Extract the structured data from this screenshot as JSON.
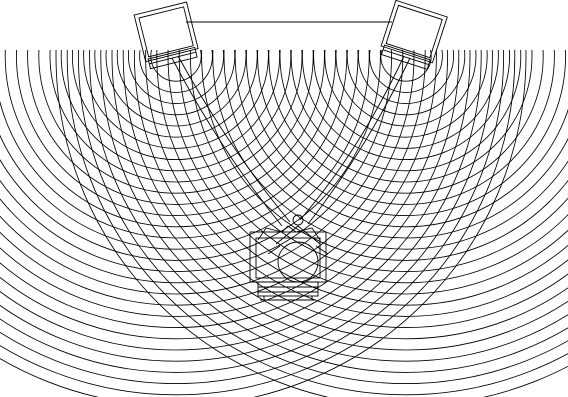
{
  "diagram": {
    "line_color": "#000000",
    "background": "#ffffff",
    "speakers": [
      {
        "name": "left-speaker",
        "side": "left",
        "wavefront_count": 30
      },
      {
        "name": "right-speaker",
        "side": "right",
        "wavefront_count": 30
      }
    ],
    "listener": {
      "name": "listener-in-chair"
    }
  }
}
